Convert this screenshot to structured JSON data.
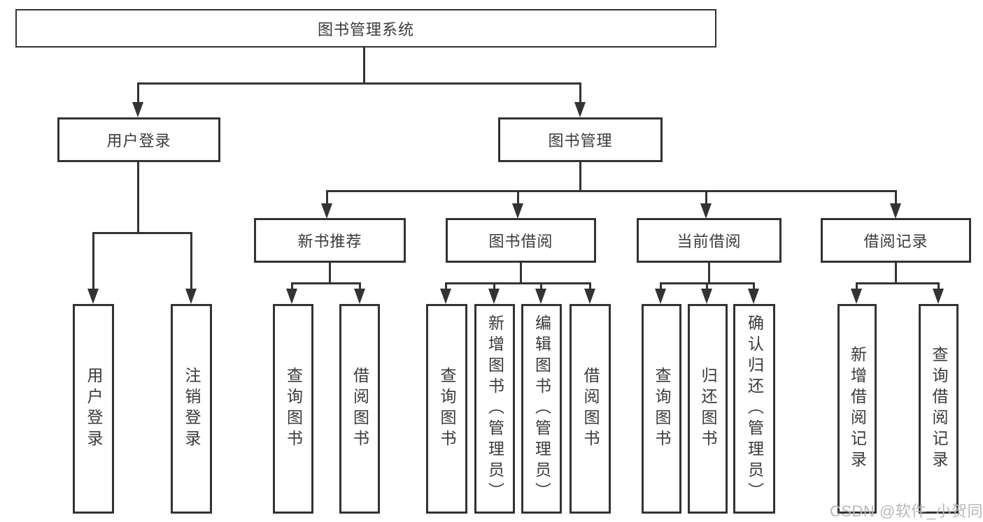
{
  "diagram": {
    "type": "hierarchy-tree",
    "root": {
      "label": "图书管理系统",
      "children": [
        {
          "label": "用户登录",
          "children": [
            {
              "label": "用户登录"
            },
            {
              "label": "注销登录"
            }
          ]
        },
        {
          "label": "图书管理",
          "children": [
            {
              "label": "新书推荐",
              "children": [
                {
                  "label": "查询图书"
                },
                {
                  "label": "借阅图书"
                }
              ]
            },
            {
              "label": "图书借阅",
              "children": [
                {
                  "label": "查询图书"
                },
                {
                  "label": "新增图书（管理员）"
                },
                {
                  "label": "编辑图书（管理员）"
                },
                {
                  "label": "借阅图书"
                }
              ]
            },
            {
              "label": "当前借阅",
              "children": [
                {
                  "label": "查询图书"
                },
                {
                  "label": "归还图书"
                },
                {
                  "label": "确认归还（管理员）"
                }
              ]
            },
            {
              "label": "借阅记录",
              "children": [
                {
                  "label": "新增借阅记录"
                },
                {
                  "label": "查询借阅记录"
                }
              ]
            }
          ]
        }
      ]
    },
    "colors": {
      "line": "#333333",
      "box_border": "#333333",
      "box_background": "#ffffff",
      "text": "#3a3a3a",
      "watermark": "#b8b8b8"
    }
  },
  "watermark": {
    "text": "CSDN @软件_小贺同学"
  }
}
